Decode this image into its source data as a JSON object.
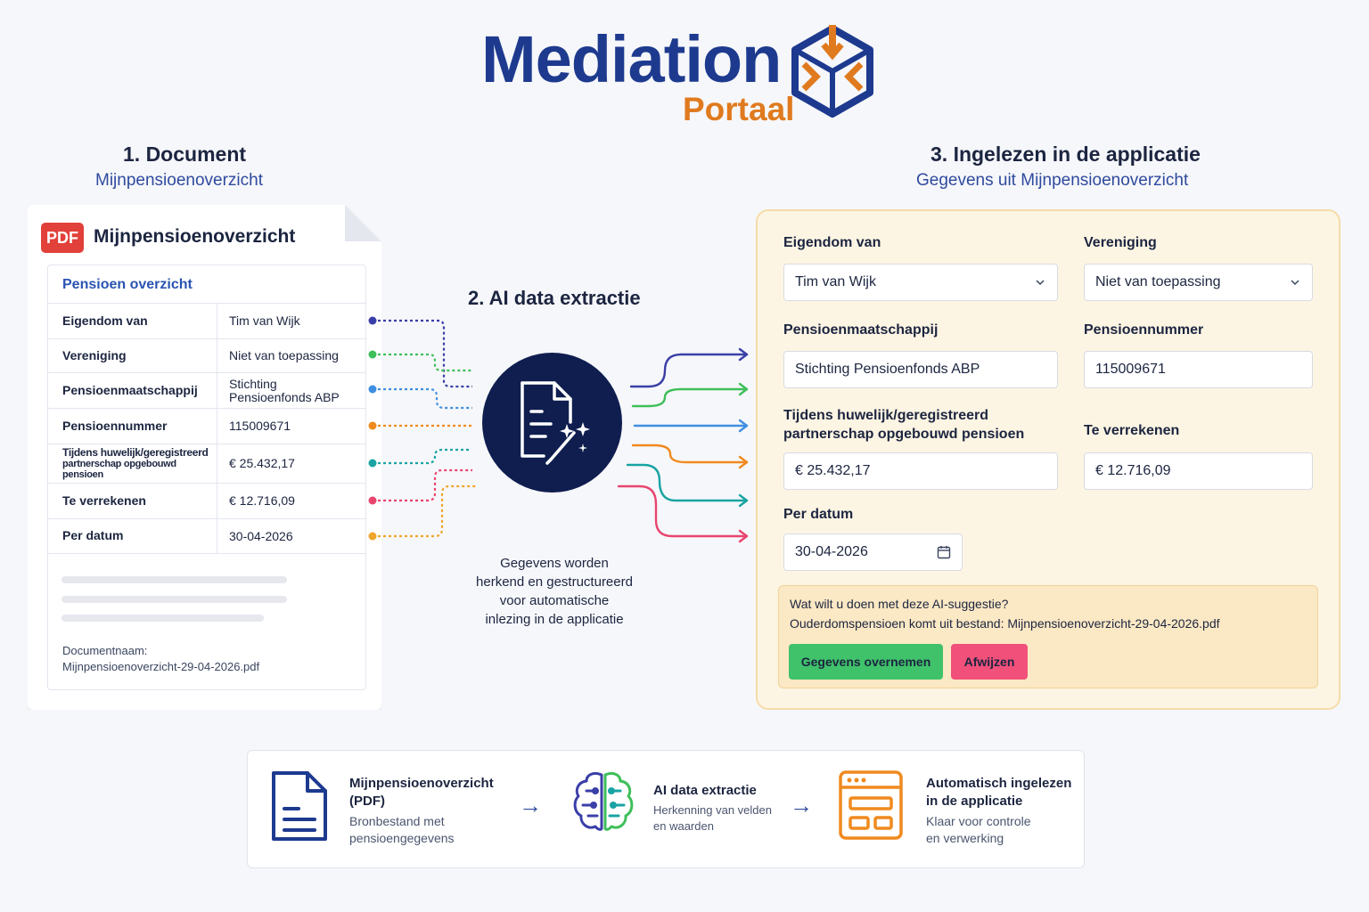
{
  "logo": {
    "name": "Mediation",
    "sub": "Portaal"
  },
  "step1": {
    "title": "1. Document",
    "subtitle": "Mijnpensioenoverzicht"
  },
  "step2": {
    "title": "2. AI data extractie",
    "description_lines": [
      "Gegevens worden",
      "herkend en gestructureerd",
      "voor automatische",
      "inlezing in de applicatie"
    ]
  },
  "step3": {
    "title": "3. Ingelezen in de applicatie",
    "subtitle": "Gegevens uit Mijnpensioenoverzicht"
  },
  "document": {
    "badge": "PDF",
    "title": "Mijnpensioenoverzicht",
    "section_title": "Pensioen overzicht",
    "rows": [
      {
        "label": "Eigendom van",
        "value": "Tim van Wijk"
      },
      {
        "label": "Vereniging",
        "value": "Niet van toepassing"
      },
      {
        "label": "Pensioenmaatschappij",
        "value_lines": [
          "Stichting",
          "Pensioenfonds ABP"
        ]
      },
      {
        "label": "Pensioennummer",
        "value": "115009671"
      },
      {
        "label_lines": [
          "Tijdens huwelijk/geregistreerd",
          "partnerschap opgebouwd pensioen"
        ],
        "value": "€ 25.432,17"
      },
      {
        "label": "Te verrekenen",
        "value": "€ 12.716,09"
      },
      {
        "label": "Per datum",
        "value": "30-04-2026"
      }
    ],
    "docname_label": "Documentnaam:",
    "docname_value": "Mijnpensioenoverzicht-29-04-2026.pdf"
  },
  "form": {
    "eigendom": {
      "label": "Eigendom van",
      "value": "Tim van Wijk"
    },
    "vereniging": {
      "label": "Vereniging",
      "value": "Niet van toepassing"
    },
    "maatschappij": {
      "label": "Pensioenmaatschappij",
      "value": "Stichting Pensioenfonds ABP"
    },
    "nummer": {
      "label": "Pensioennummer",
      "value": "115009671"
    },
    "huwelijk": {
      "label_lines": [
        "Tijdens huwelijk/geregistreerd",
        "partnerschap opgebouwd pensioen"
      ],
      "value": "€ 25.432,17"
    },
    "verrekenen": {
      "label": "Te verrekenen",
      "value": "€ 12.716,09"
    },
    "datum": {
      "label": "Per datum",
      "value": "30-04-2026"
    }
  },
  "suggestion": {
    "question": "Wat wilt u doen met deze AI-suggestie?",
    "file_line": "Ouderdomspensioen komt uit bestand: Mijnpensioenoverzicht-29-04-2026.pdf",
    "accept_label": "Gegevens overnemen",
    "reject_label": "Afwijzen"
  },
  "flow": [
    {
      "icon": "document-icon",
      "title_lines": [
        "Mijnpensioenoverzicht",
        "(PDF)"
      ],
      "desc_lines": [
        "Bronbestand met",
        "pensioengegevens"
      ]
    },
    {
      "icon": "brain-icon",
      "title_lines": [
        "AI data extractie"
      ],
      "desc_lines": [
        "Herkenning van velden",
        "en waarden"
      ]
    },
    {
      "icon": "app-window-icon",
      "title_lines": [
        "Automatisch ingelezen",
        "in de applicatie"
      ],
      "desc_lines": [
        "Klaar voor controle",
        "en verwerking"
      ]
    }
  ],
  "flow_arrow": "→",
  "colors": {
    "navy": "#1d3a8f",
    "orange": "#e07a1f",
    "dark_circle": "#0f1e4f",
    "accept": "#3fc26a",
    "reject": "#f0507a",
    "connectors": [
      "#3b3fa8",
      "#3fbf5a",
      "#3f8fe0",
      "#f08a1e",
      "#1aa3a3",
      "#e8456e",
      "#f0a52c"
    ]
  }
}
